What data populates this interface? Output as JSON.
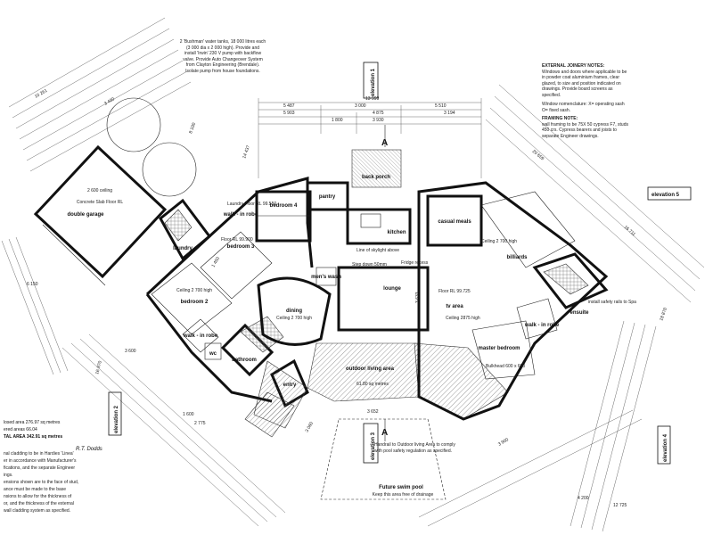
{
  "tank_note": [
    "2 'Bushman' water tanks, 18 000 litres each",
    "(3 000 dia x 2 000 high). Provide and",
    "install 'Irwin' 230 V pump with backflow",
    "valve. Provide Auto Changeover System",
    "from Clayton Engineering (Brendale).",
    "Isolate pump from house foundations."
  ],
  "external_notes": {
    "joinery_title": "EXTERNAL JOINERY NOTES:",
    "joinery_lines": [
      "Windows and doors where applicable to be",
      "in powder coat aluminium frames, clear",
      "glazed, to size and position indicated on",
      "drawings. Provide board screens as",
      "specified."
    ],
    "nomenclature_lines": [
      "Window nomenclature: X= operating sash",
      "O= fixed sash."
    ],
    "framing_title": "FRAMING NOTE:",
    "framing_lines": [
      "wall framing to be 75X 50 cypress F7, studs",
      "450 crs. Cypress bearers and joists to",
      "separate Engineer drawings."
    ]
  },
  "areas": [
    "losed area   276.97 sq metres",
    "ered areas    66.04",
    "TAL AREA     342.91 sq metres"
  ],
  "left_notes": [
    "nal cladding to be in Hardies 'Linea'",
    "er in accordance with Manufacturer's",
    "fications, and the separate Engineer",
    "ings.",
    "",
    "ensions shown are to the face of stud,",
    "ance must be made to the base",
    "nsions to allow for the thickness of",
    "or, and the thickness of the external",
    "wall cladding system as specified."
  ],
  "rooms": {
    "double_garage": "double garage",
    "laundry": "laundry",
    "bedroom_2": "bedroom 2",
    "bedroom_3": "bedroom 3",
    "bedroom_4": "bedroom 4",
    "walk_in_robe_top": "walk - in robe",
    "walk_in_robe_left": "walk - in robe",
    "walk_in_robe_right": "walk - in robe",
    "wc": "wc",
    "bathroom": "bathroom",
    "entry": "entry",
    "dining": "dining",
    "lounge": "lounge",
    "kitchen": "kitchen",
    "pantry": "pantry",
    "back_porch": "back porch",
    "casual_meals": "casual meals",
    "billiards": "billiards",
    "tv_area": "tv area",
    "master_bedroom": "master bedroom",
    "ensuite": "ensuite",
    "outdoor_living_area": "outdoor living area",
    "mens_wash": "men's wash",
    "pool": "Future swim pool"
  },
  "room_notes": {
    "garage_slab": "Concrete Slab Floor RL",
    "garage_ceiling": "2 600 ceiling",
    "laundry_floor": "Laundry Floor RL 99.550",
    "bed3_floor": "Floor RL 99.900",
    "bed2_ceiling": "Ceiling 2 700 high",
    "dining_ceiling": "Ceiling 2 700 high",
    "meals_ceiling": "Ceiling 2 700 high",
    "tv_floor": "Floor RL 99.725",
    "tv_ceiling": "Ceiling 2875 high",
    "outdoor_area": "61.80 sq metres",
    "pool_note": "Keep this area free of drainage",
    "handrail_note": "Handrail to Outdoor living Area to comply",
    "handrail_note2": "with pool safety regulation as specified.",
    "bulkhead": "Bulkhead 600 x 600",
    "step_down": "Step down 50mm",
    "skylight": "Line of skylight above",
    "fridge": "Fridge recess",
    "pool_fence_note": "install safety rails to Spa"
  },
  "elevations": {
    "e1": "elevation 1",
    "e2": "elevation 2",
    "e3": "elevation 3",
    "e4": "elevation 4",
    "e5": "elevation 5"
  },
  "dimensions": {
    "top_total": "13 999",
    "top_a": "5 487",
    "top_b": "3 000",
    "top_c": "5 510",
    "top_d": "5 903",
    "top_e": "1 800",
    "top_f": "3 930",
    "top_g": "4 875",
    "top_h": "3 194",
    "left_a": "10 261",
    "left_b": "8 100",
    "left_c": "14 437",
    "right_a": "20 659",
    "right_b": "16 711",
    "right_c": "18 870",
    "bottom_a": "3 652",
    "bottom_b": "12 725",
    "bottom_c": "16 970",
    "bottom_d": "6 150",
    "bottom_e": "4 200",
    "bottom_f": "3 900",
    "bottom_g": "3 600",
    "misc_a": "1 600",
    "misc_b": "2 775",
    "misc_c": "3 633",
    "misc_d": "3 060",
    "misc_e": "3 400",
    "misc_f": "1 450"
  },
  "markers": {
    "section_a": "A",
    "handwritten": "R.T. Dodds"
  }
}
